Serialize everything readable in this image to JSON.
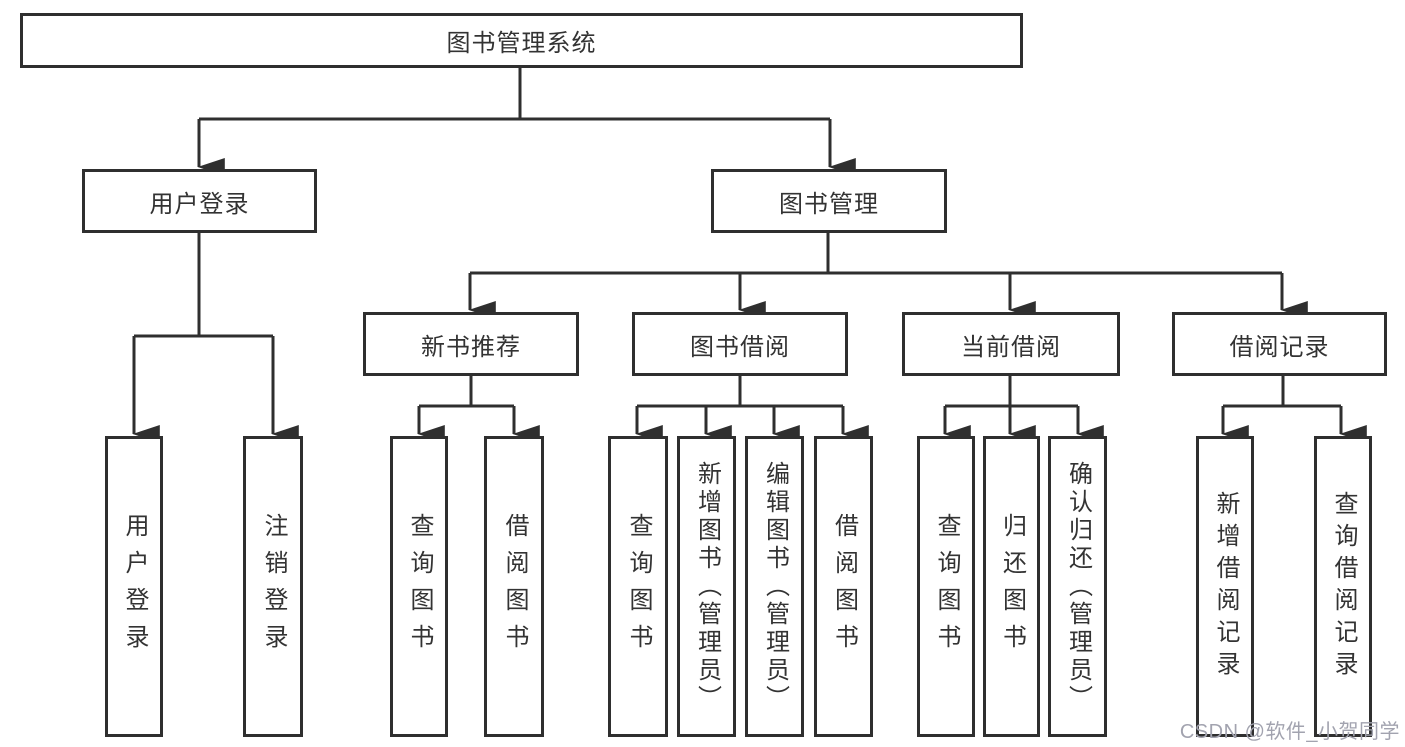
{
  "tree": {
    "root": "图书管理系统",
    "branches": [
      {
        "label": "用户登录",
        "children": [
          {
            "label": "用户登录"
          },
          {
            "label": "注销登录"
          }
        ]
      },
      {
        "label": "图书管理",
        "children": [
          {
            "label": "新书推荐",
            "children": [
              {
                "label": "查询图书"
              },
              {
                "label": "借阅图书"
              }
            ]
          },
          {
            "label": "图书借阅",
            "children": [
              {
                "label": "查询图书"
              },
              {
                "label": "新增图书（管理员）"
              },
              {
                "label": "编辑图书（管理员）"
              },
              {
                "label": "借阅图书"
              }
            ]
          },
          {
            "label": "当前借阅",
            "children": [
              {
                "label": "查询图书"
              },
              {
                "label": "归还图书"
              },
              {
                "label": "确认归还（管理员）"
              }
            ]
          },
          {
            "label": "借阅记录",
            "children": [
              {
                "label": "新增借阅记录"
              },
              {
                "label": "查询借阅记录"
              }
            ]
          }
        ]
      }
    ]
  },
  "watermark": {
    "text": "CSDN @软件_小贺同学"
  },
  "colors": {
    "line": "#2f2f2f",
    "text": "#333333",
    "box_bg": "#ffffff",
    "watermark": "#a2a3af"
  }
}
